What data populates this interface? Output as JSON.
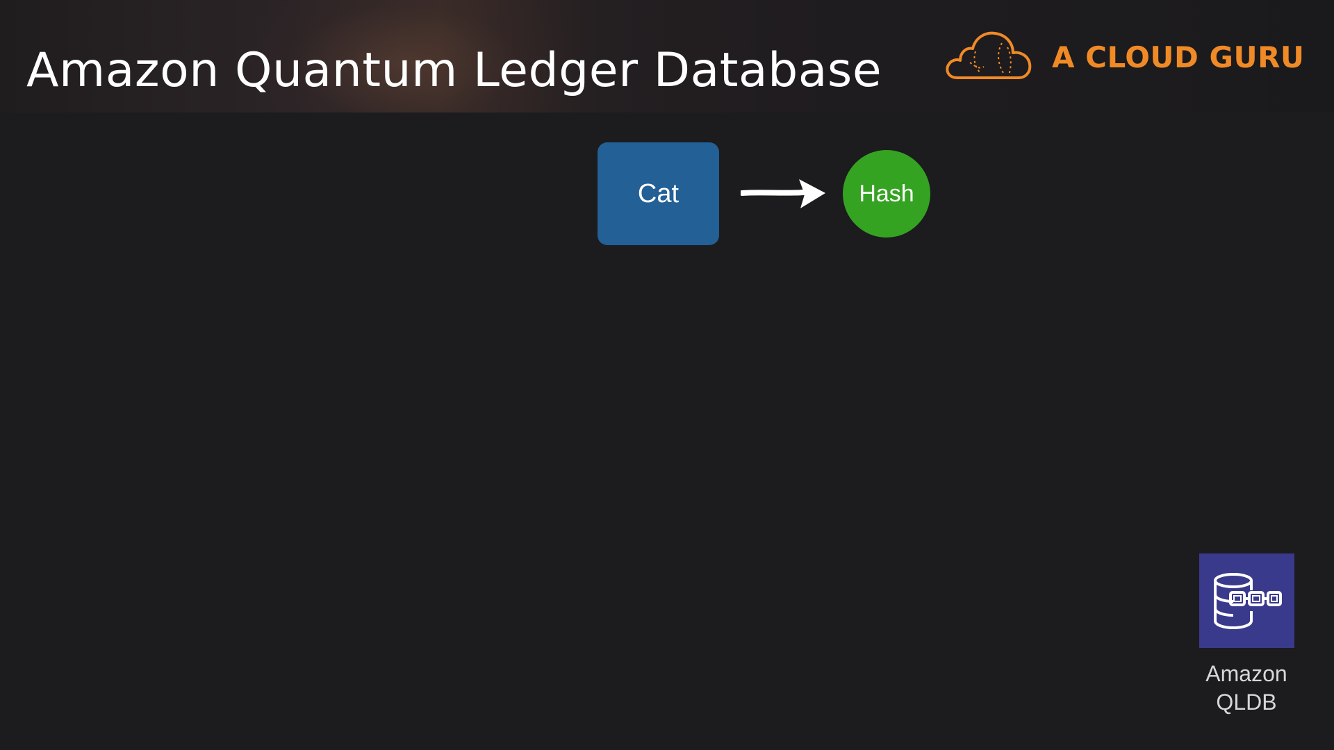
{
  "header": {
    "title": "Amazon Quantum Ledger Database",
    "logo_text": "A CLOUD GURU"
  },
  "diagram": {
    "box_label": "Cat",
    "circle_label": "Hash",
    "arrow_direction": "right"
  },
  "service": {
    "icon": "qldb-database-chain-icon",
    "label_line1": "Amazon",
    "label_line2": "QLDB"
  },
  "colors": {
    "background": "#1c1b1e",
    "box": "#236096",
    "circle": "#35a322",
    "logo": "#f08a26",
    "service_icon_bg": "#3a3a8c"
  }
}
